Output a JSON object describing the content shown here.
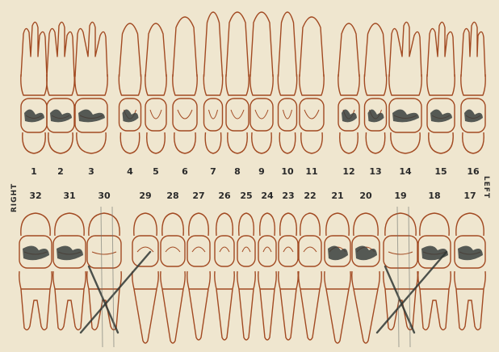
{
  "chart": {
    "right_label": "RIGHT",
    "left_label": "LEFT",
    "upper_numbers": [
      "1",
      "2",
      "3",
      "4",
      "5",
      "6",
      "7",
      "8",
      "9",
      "10",
      "11",
      "12",
      "13",
      "14",
      "15",
      "16"
    ],
    "lower_numbers": [
      "32",
      "31",
      "30",
      "29",
      "28",
      "27",
      "26",
      "25",
      "24",
      "23",
      "22",
      "21",
      "20",
      "19",
      "18",
      "17"
    ],
    "colors": {
      "outline": "#a24a22",
      "paper": "#efe6cf",
      "graphite": "#3a3f3e"
    },
    "upper_filled_teeth": [
      "1",
      "2",
      "3",
      "4",
      "12",
      "13",
      "14",
      "15",
      "16"
    ],
    "lower_filled_teeth": [
      "32",
      "31",
      "21",
      "20",
      "18",
      "17"
    ],
    "crossed_out_teeth": [
      "30",
      "19"
    ]
  }
}
